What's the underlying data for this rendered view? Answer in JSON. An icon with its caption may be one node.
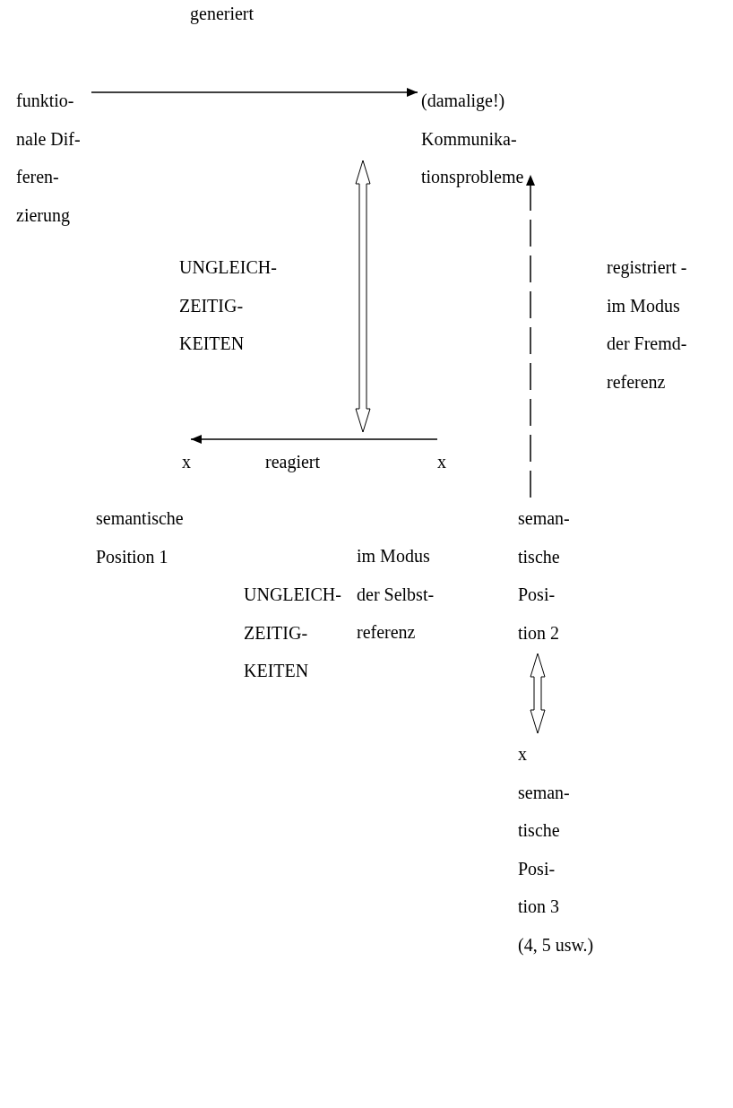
{
  "diagram": {
    "nodes": [
      {
        "text": [
          "funktio- nale Dif- feren- zierung"
        ]
      },
      {
        "text": [
          "(damalige!) Kommunika- tionsprobleme"
        ]
      },
      {
        "text": [
          "x"
        ],
        "beside": [
          "semantische Position 1"
        ]
      },
      {
        "text": [
          "x"
        ]
      },
      {
        "text": [
          "seman- tische Posi- tion 2"
        ]
      },
      {
        "text": [
          "x",
          "seman- tische Posi- tion 3",
          "(4, 5 usw.)"
        ]
      }
    ],
    "edges": [
      {
        "from": 0,
        "to": 1,
        "arrow": "to",
        "label": "generiert"
      },
      {
        "from": 1,
        "to": 3,
        "arrow": "both",
        "style": "thick"
      },
      {
        "from": 4,
        "to": 1,
        "arrow": "to",
        "style": "dashed",
        "label": "registriert - im Modus der Fremd- referenz"
      },
      {
        "from": 3,
        "to": 2,
        "arrow": "to",
        "label": "reagiert"
      },
      {
        "from": 4,
        "to": 5,
        "arrow": "both",
        "style": "thick"
      }
    ],
    "labels": [
      "UNGLEICH- ZEITIG- KEITEN",
      "im Modus der Selbst- referenz",
      "UNGLEICH- ZEITIG- KEITEN"
    ]
  }
}
